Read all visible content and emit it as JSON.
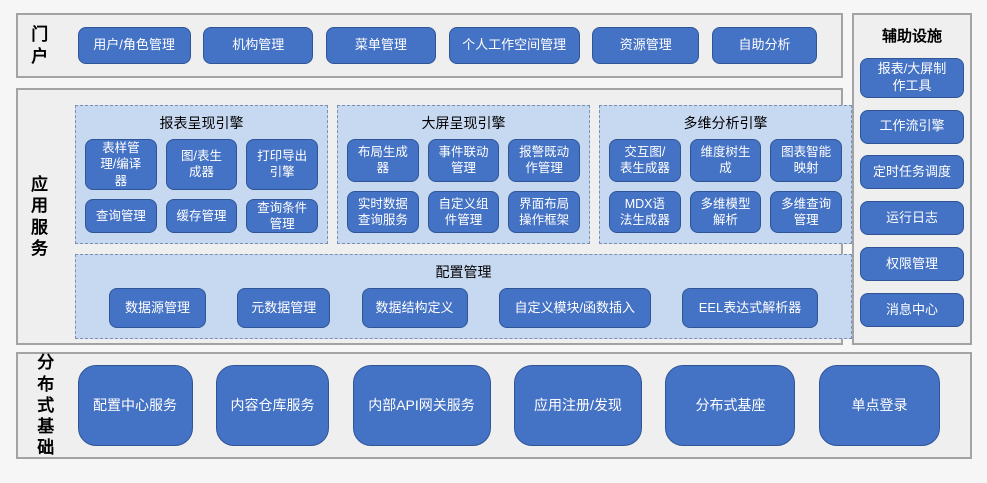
{
  "colors": {
    "button_fill": "#4472c4",
    "button_border": "#2f5597",
    "button_text": "#ffffff",
    "group_fill": "#c7d8f1",
    "group_border": "#7b8fb4",
    "section_bg": "#efefef",
    "section_border": "#a3a3a3"
  },
  "sections": {
    "portal": {
      "label": "门户",
      "items": [
        "用户/角色管理",
        "机构管理",
        "菜单管理",
        "个人工作空间管理",
        "资源管理",
        "自助分析"
      ]
    },
    "app_services": {
      "label": "应用服务",
      "engines": [
        {
          "title": "报表呈现引擎",
          "items": [
            "表样管理/编译器",
            "图/表生成器",
            "打印导出引擎",
            "查询管理",
            "缓存管理",
            "查询条件管理"
          ]
        },
        {
          "title": "大屏呈现引擎",
          "items": [
            "布局生成器",
            "事件联动管理",
            "报警既动作管理",
            "实时数据查询服务",
            "自定义组件管理",
            "界面布局操作框架"
          ]
        },
        {
          "title": "多维分析引擎",
          "items": [
            "交互图/表生成器",
            "维度树生成",
            "图表智能映射",
            "MDX语法生成器",
            "多维模型解析",
            "多维查询管理"
          ]
        }
      ],
      "config": {
        "title": "配置管理",
        "items": [
          "数据源管理",
          "元数据管理",
          "数据结构定义",
          "自定义模块/函数插入",
          "EEL表达式解析器"
        ]
      }
    },
    "auxiliary": {
      "title": "辅助设施",
      "items": [
        "报表/大屏制作工具",
        "工作流引擎",
        "定时任务调度",
        "运行日志",
        "权限管理",
        "消息中心"
      ]
    },
    "distributed": {
      "label": "分布式基础",
      "items": [
        "配置中心服务",
        "内容仓库服务",
        "内部API网关服务",
        "应用注册/发现",
        "分布式基座",
        "单点登录"
      ]
    }
  }
}
